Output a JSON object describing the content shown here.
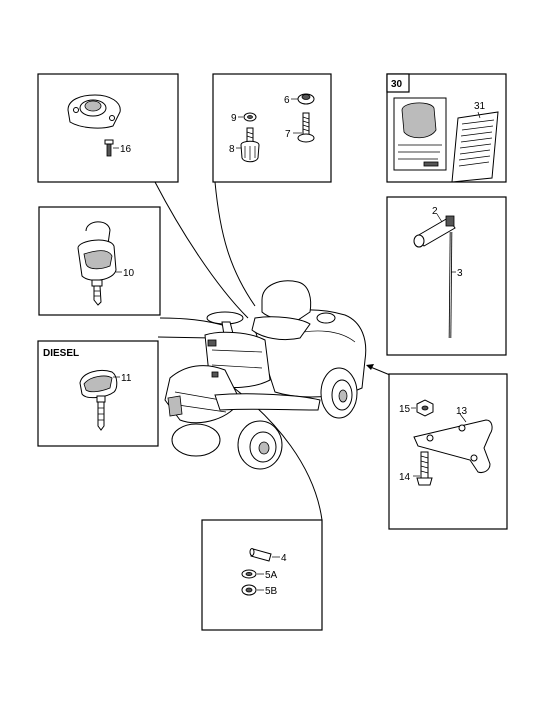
{
  "boxes": {
    "diesel": {
      "header": "DIESEL"
    },
    "decal": {
      "header": "30"
    }
  },
  "part_labels": {
    "p2": "2",
    "p3": "3",
    "p4": "4",
    "p5a": "5A",
    "p5b": "5B",
    "p6": "6",
    "p7": "7",
    "p8": "8",
    "p9": "9",
    "p10": "10",
    "p11": "11",
    "p13": "13",
    "p14": "14",
    "p15": "15",
    "p16": "16",
    "p31": "31"
  }
}
